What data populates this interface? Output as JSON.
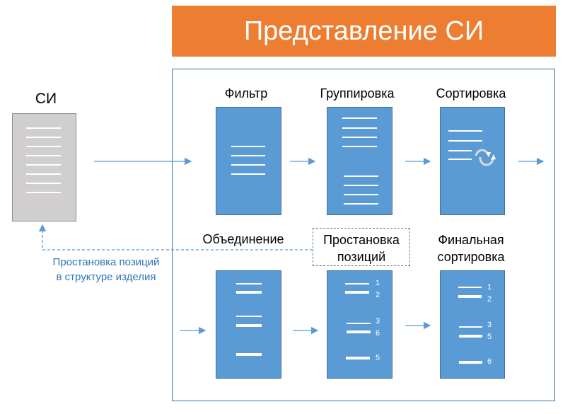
{
  "header": {
    "title": "Представление СИ"
  },
  "source": {
    "label": "СИ"
  },
  "steps": {
    "filter": "Фильтр",
    "group": "Группировка",
    "sort": "Сортировка",
    "merge": "Объединение",
    "positions": [
      "Простановка",
      "позиций"
    ],
    "final": [
      "Финальная",
      "сортировка"
    ]
  },
  "positions_numbers": [
    "1",
    "2",
    "3",
    "6",
    "5"
  ],
  "final_numbers": [
    "1",
    "2",
    "3",
    "5",
    "6"
  ],
  "feedback": {
    "lines": [
      "Простановка позиций",
      "в структуре изделия"
    ]
  },
  "colors": {
    "accent": "#ED7D31",
    "box": "#5B9BD5",
    "arrow": "#5B9BD5",
    "note": "#2E75B6"
  }
}
